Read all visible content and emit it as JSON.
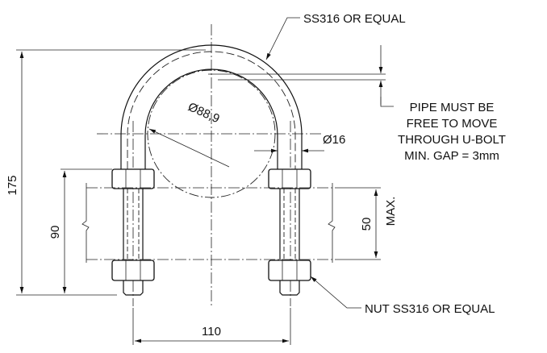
{
  "labels": {
    "material": "SS316 OR EQUAL",
    "gap_note": [
      "PIPE MUST BE",
      "FREE TO MOVE",
      "THROUGH U-BOLT",
      "MIN. GAP = 3mm"
    ],
    "nut": "NUT SS316 OR EQUAL"
  },
  "dimensions": {
    "pipe_diameter": "Ø88,9",
    "rod_diameter": "Ø16",
    "overall_height": "175",
    "thread_length": "90",
    "clamp_thickness": "50",
    "clamp_max": "MAX.",
    "leg_spacing": "110"
  }
}
